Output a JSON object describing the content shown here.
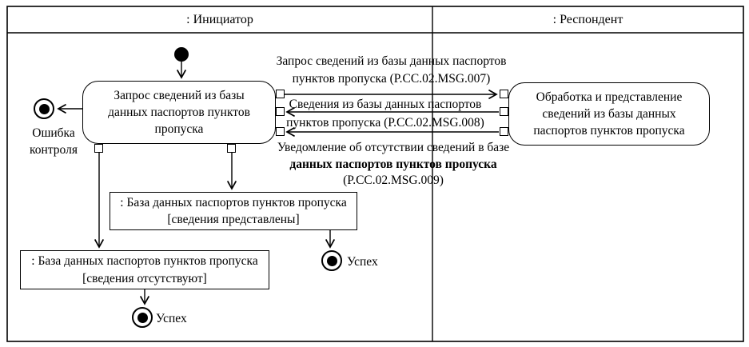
{
  "lanes": {
    "initiator": ": Инициатор",
    "respondent": ": Респондент"
  },
  "activities": {
    "request": {
      "lines": [
        "Запрос сведений из базы",
        "данных паспортов пунктов",
        "пропуска"
      ]
    },
    "process": {
      "lines": [
        "Обработка и представление",
        "сведений из базы данных",
        "паспортов пунктов пропуска"
      ]
    }
  },
  "objects": {
    "db_provided": {
      "name": ": База данных паспортов пунктов пропуска",
      "state": "[сведения представлены]"
    },
    "db_missing": {
      "name": ": База данных паспортов пунктов пропуска",
      "state": "[сведения отсутствуют]"
    }
  },
  "messages": {
    "msg007": {
      "lines": [
        "Запрос сведений из базы данных паспортов",
        "пунктов пропуска (P.CC.02.MSG.007)"
      ]
    },
    "msg008": {
      "lines": [
        "Сведения из базы данных паспортов",
        "пунктов пропуска (P.CC.02.MSG.008)"
      ]
    },
    "msg009": {
      "lines": [
        "Уведомление об отсутствии сведений в базе",
        "данных паспортов пунктов пропуска",
        "(P.CC.02.MSG.009)"
      ]
    }
  },
  "finals": {
    "error": "Ошибка контроля",
    "success_provided": "Успех",
    "success_missing": "Успех"
  },
  "colors": {
    "line": "#000000",
    "background": "#ffffff"
  }
}
